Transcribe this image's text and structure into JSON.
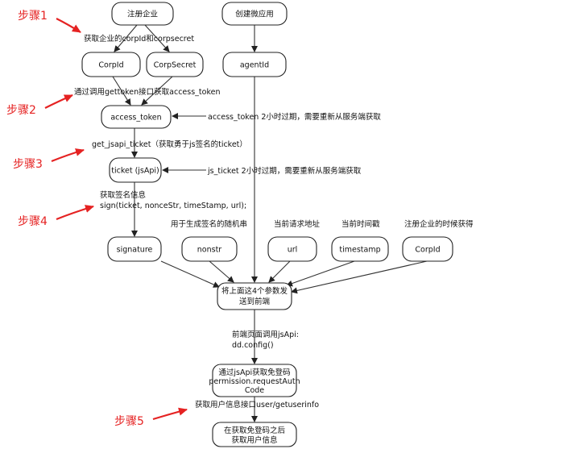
{
  "nodes": {
    "register_corp": "注册企业",
    "create_app": "创建微应用",
    "corpid": "CorpId",
    "corpsecret": "CorpSecret",
    "agentid": "agentId",
    "access_token": "access_token",
    "ticket": "ticket (jsApi)",
    "signature": "signature",
    "nonstr": "nonstr",
    "url": "url",
    "timestamp": "timestamp",
    "corpid2": "CorpId",
    "send_front": [
      "将上面这4个参数发",
      "送到前端"
    ],
    "get_code": [
      "通过jsApi获取免登码",
      "permission.requestAuth",
      "Code"
    ],
    "get_userinfo": [
      "在获取免登码之后",
      "获取用户信息"
    ]
  },
  "notes": {
    "get_corp": "获取企业的corpId和corpsecret",
    "call_gettoken": "通过调用gettoken接口获取access_token",
    "token_expire": "access_token 2小时过期，需要重新从服务端获取",
    "get_jsapi_ticket": "get_jsapi_ticket（获取勇于js签名的ticket）",
    "ticket_expire": "js_ticket 2小时过期，需要重新从服务端获取",
    "sign_title": "获取签名信息",
    "sign_call": "sign(ticket, nonceStr, timeStamp, url);",
    "nonstr_desc": "用于生成签名的随机串",
    "url_desc": "当前请求地址",
    "timestamp_desc": "当前时间戳",
    "corpid_desc": "注册企业的时候获得",
    "front_call_1": "前端页面调用jsApi:",
    "front_call_2": "dd.config()",
    "userinfo_api": "获取用户信息接口user/getuserinfo"
  },
  "steps": [
    "步骤1",
    "步骤2",
    "步骤3",
    "步骤4",
    "步骤5"
  ]
}
